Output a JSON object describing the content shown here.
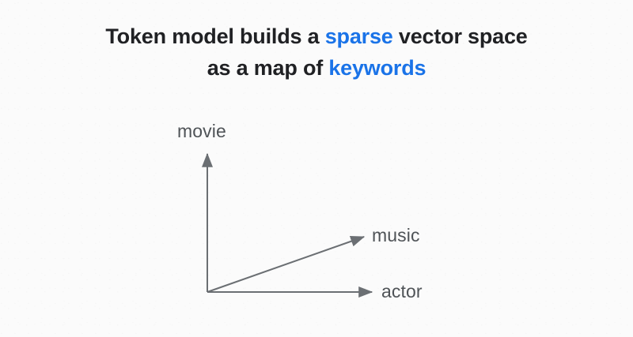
{
  "slide": {
    "background_color": "#fbfbfb",
    "title": {
      "line1": {
        "part1": "Token model builds a ",
        "highlight": "sparse",
        "part2": " vector space"
      },
      "line2": {
        "part1": "as a map of ",
        "highlight": "keywords"
      },
      "text_color": "#202124",
      "accent_color": "#1a73e8"
    },
    "diagram": {
      "type": "vector-space-axes",
      "line_color": "#6b6f73",
      "label_color": "#4f5357",
      "origin_label": "",
      "axes": [
        {
          "name": "vertical-axis",
          "label": "movie"
        },
        {
          "name": "diagonal-vector",
          "label": "music"
        },
        {
          "name": "horizontal-axis",
          "label": "actor"
        }
      ],
      "labels": {
        "movie": "movie",
        "music": "music",
        "actor": "actor"
      }
    }
  }
}
